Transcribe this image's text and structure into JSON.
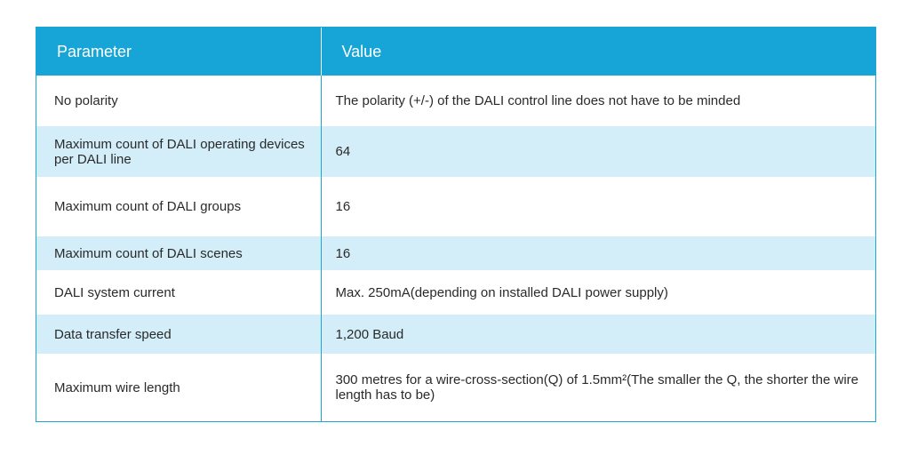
{
  "table": {
    "headers": [
      "Parameter",
      "Value"
    ],
    "rows": [
      {
        "parameter": "No polarity",
        "value": "The polarity (+/-) of the DALI control line does not have to be minded"
      },
      {
        "parameter": "Maximum count of DALI operating devices per DALI line",
        "value": "64"
      },
      {
        "parameter": "Maximum count of DALI groups",
        "value": "16"
      },
      {
        "parameter": "Maximum count of DALI scenes",
        "value": "16"
      },
      {
        "parameter": "DALI system current",
        "value": "Max. 250mA(depending on installed DALI power supply)"
      },
      {
        "parameter": "Data transfer speed",
        "value": "1,200 Baud"
      },
      {
        "parameter": "Maximum wire length",
        "value": "300 metres for a wire-cross-section(Q) of 1.5mm²(The smaller the Q, the shorter the wire length has to be)"
      }
    ]
  },
  "colors": {
    "header_bg": "#16a5d6",
    "stripe_bg": "#d3eef8",
    "border": "#1ba6d3"
  }
}
